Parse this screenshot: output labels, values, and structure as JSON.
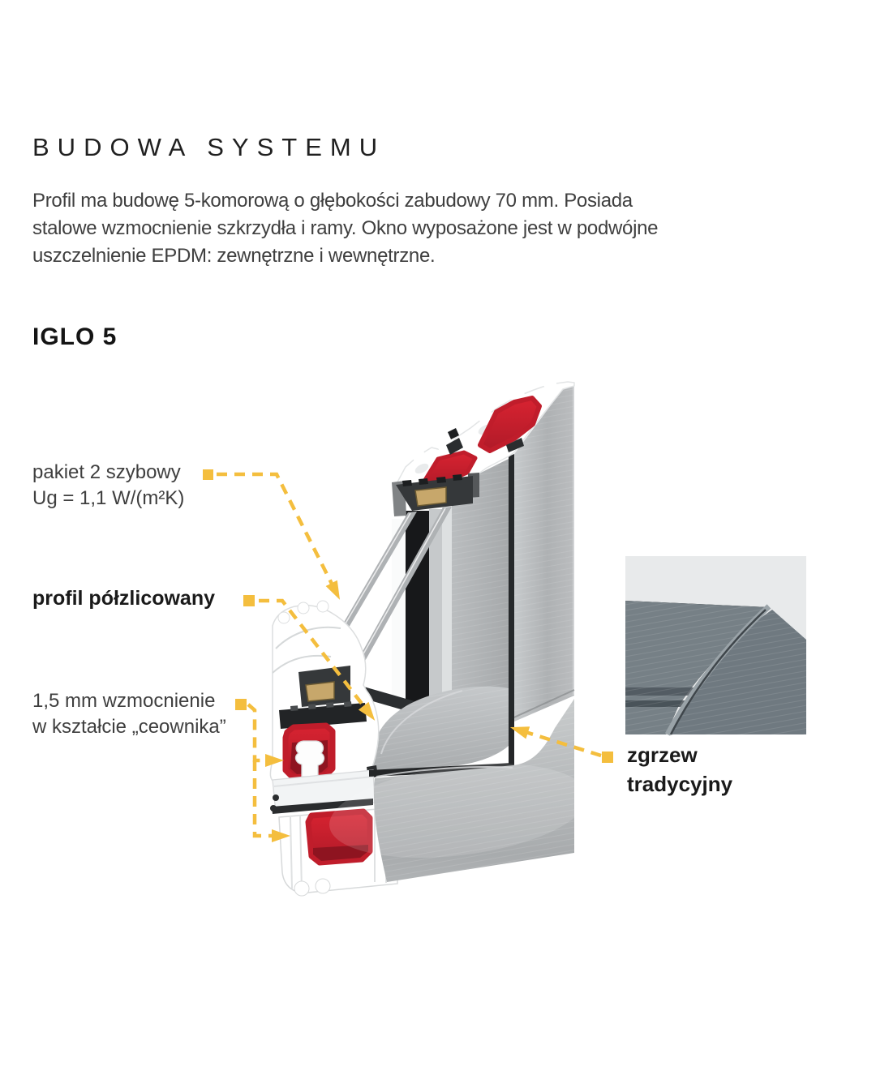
{
  "header": {
    "title": "BUDOWA SYSTEMU",
    "paragraph_lines": [
      "Profil ma budowę 5-komorową o głębokości zabudowy 70 mm. Posiada",
      "stalowe wzmocnienie szkrzydła i ramy. Okno wyposażone jest w podwójne",
      "uszczelnienie EPDM: zewnętrzne i wewnętrzne."
    ]
  },
  "section": {
    "subtitle": "IGLO 5"
  },
  "callouts": {
    "glazing": {
      "line1": "pakiet 2 szybowy",
      "line2": "Ug = 1,1 W/(m²K)"
    },
    "profile": {
      "label": "profil półzlicowany"
    },
    "reinforcement": {
      "line1": "1,5 mm wzmocnienie",
      "line2": "w kształcie „ceownika”"
    },
    "weld": {
      "line1": "zgrzew",
      "line2": "tradycyjny"
    }
  },
  "illustration": {
    "name": "iglo5-profile-corner-cutaway",
    "inset_name": "traditional-weld-corner-photo"
  },
  "colors": {
    "accent_yellow": "#F4BE3E",
    "steel_red": "#D2212E",
    "steel_red_dark": "#8E1420",
    "profile_gray": "#B4B7B9",
    "pvc_white": "#FFFFFF",
    "groove_black": "#26292B",
    "spacer_tan": "#C7A76B",
    "photo_gray": "#768086",
    "photo_background": "#E8EAEB",
    "text_dark": "#1A1A1A",
    "text_body": "#3F3F3F",
    "page_background": "#FFFFFF"
  }
}
